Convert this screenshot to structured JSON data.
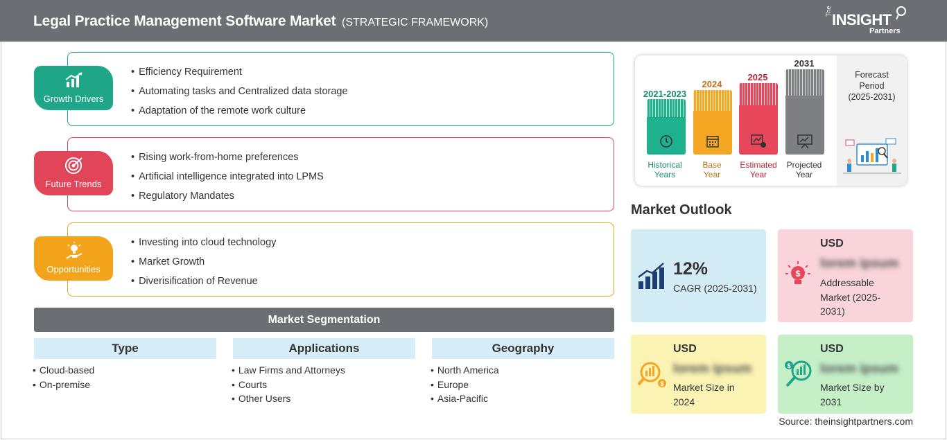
{
  "header": {
    "title": "Legal Practice Management Software Market",
    "subtitle": "(STRATEGIC FRAMEWORK)",
    "logo_the": "The",
    "logo_insight": "INSIGHT",
    "logo_partners": "Partners"
  },
  "framework": [
    {
      "label": "Growth Drivers",
      "icon": "growth-chart-icon",
      "color": "#1fa588",
      "items": [
        "Efficiency Requirement",
        "Automating tasks and Centralized data storage",
        "Adaptation of the remote work culture"
      ]
    },
    {
      "label": "Future Trends",
      "icon": "target-icon",
      "color": "#e0455a",
      "items": [
        "Rising work-from-home preferences",
        "Artificial intelligence integrated into LPMS",
        "Regulatory Mandates"
      ]
    },
    {
      "label": "Opportunities",
      "icon": "lightbulb-hand-icon",
      "color": "#f3a41b",
      "items": [
        "Investing into cloud technology",
        "Market Growth",
        "Diverisification of Revenue"
      ]
    }
  ],
  "segmentation": {
    "title": "Market Segmentation",
    "columns": [
      {
        "heading": "Type",
        "items": [
          "Cloud-based",
          "On-premise"
        ]
      },
      {
        "heading": "Applications",
        "items": [
          "Law Firms and Attorneys",
          "Courts",
          "Other Users"
        ]
      },
      {
        "heading": "Geography",
        "items": [
          "North America",
          "Europe",
          "Asia-Pacific"
        ]
      }
    ]
  },
  "timeline": {
    "periods": [
      {
        "year": "2021-2023",
        "label_line1": "Historical",
        "label_line2": "Years",
        "color": "#1fb08e",
        "text_color": "#178a6f",
        "icon": "history-clock-icon"
      },
      {
        "year": "2024",
        "label_line1": "Base",
        "label_line2": "Year",
        "color": "#f5a623",
        "text_color": "#b8741a",
        "icon": "calendar-icon"
      },
      {
        "year": "2025",
        "label_line1": "Estimated",
        "label_line2": "Year",
        "color": "#e8475b",
        "text_color": "#b8263a",
        "icon": "settings-chart-icon"
      },
      {
        "year": "2031",
        "label_line1": "Projected",
        "label_line2": "Year",
        "color": "#7d7f82",
        "text_color": "#333333",
        "icon": "presentation-icon"
      }
    ],
    "forecast_line1": "Forecast",
    "forecast_line2": "Period",
    "forecast_line3": "(2025-2031)"
  },
  "outlook": {
    "title": "Market Outlook",
    "cagr_value": "12%",
    "cagr_label": "CAGR (2025-2031)",
    "boxes": [
      {
        "currency": "USD",
        "value": "lorem ipsum",
        "desc_line1": "Addressable",
        "desc_line2": "Market (2025-",
        "desc_line3": "2031)",
        "color": "#f9d4da"
      },
      {
        "currency": "USD",
        "value": "lorem ipsum",
        "desc_line1": "Market Size in",
        "desc_line2": "2024",
        "color": "#fbf3b3"
      },
      {
        "currency": "USD",
        "value": "lorem ipsum",
        "desc_line1": "Market Size by",
        "desc_line2": "2031",
        "color": "#c5efc7"
      }
    ],
    "cagr_color": "#d4ecf6"
  },
  "source": "Source: theinsightpartners.com"
}
